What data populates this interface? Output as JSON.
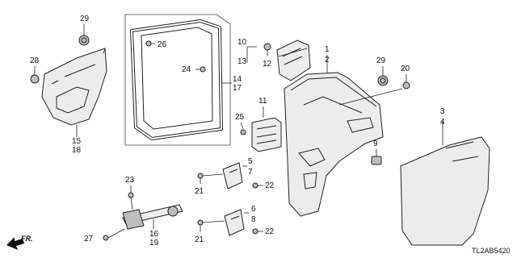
{
  "diagram_code": "TL2AB5420",
  "direction_label": "FR.",
  "callouts": {
    "c1": "1",
    "c2": "2",
    "c3": "3",
    "c4": "4",
    "c5": "5",
    "c6": "6",
    "c7": "7",
    "c8": "8",
    "c9": "9",
    "c10": "10",
    "c11": "11",
    "c12": "12",
    "c13": "13",
    "c14": "14",
    "c15": "15",
    "c16": "16",
    "c17": "17",
    "c18": "18",
    "c19": "19",
    "c20": "20",
    "c21a": "21",
    "c21b": "21",
    "c22a": "22",
    "c22b": "22",
    "c23": "23",
    "c24": "24",
    "c25": "25",
    "c26": "26",
    "c27": "27",
    "c28": "28",
    "c29a": "29",
    "c29b": "29"
  }
}
